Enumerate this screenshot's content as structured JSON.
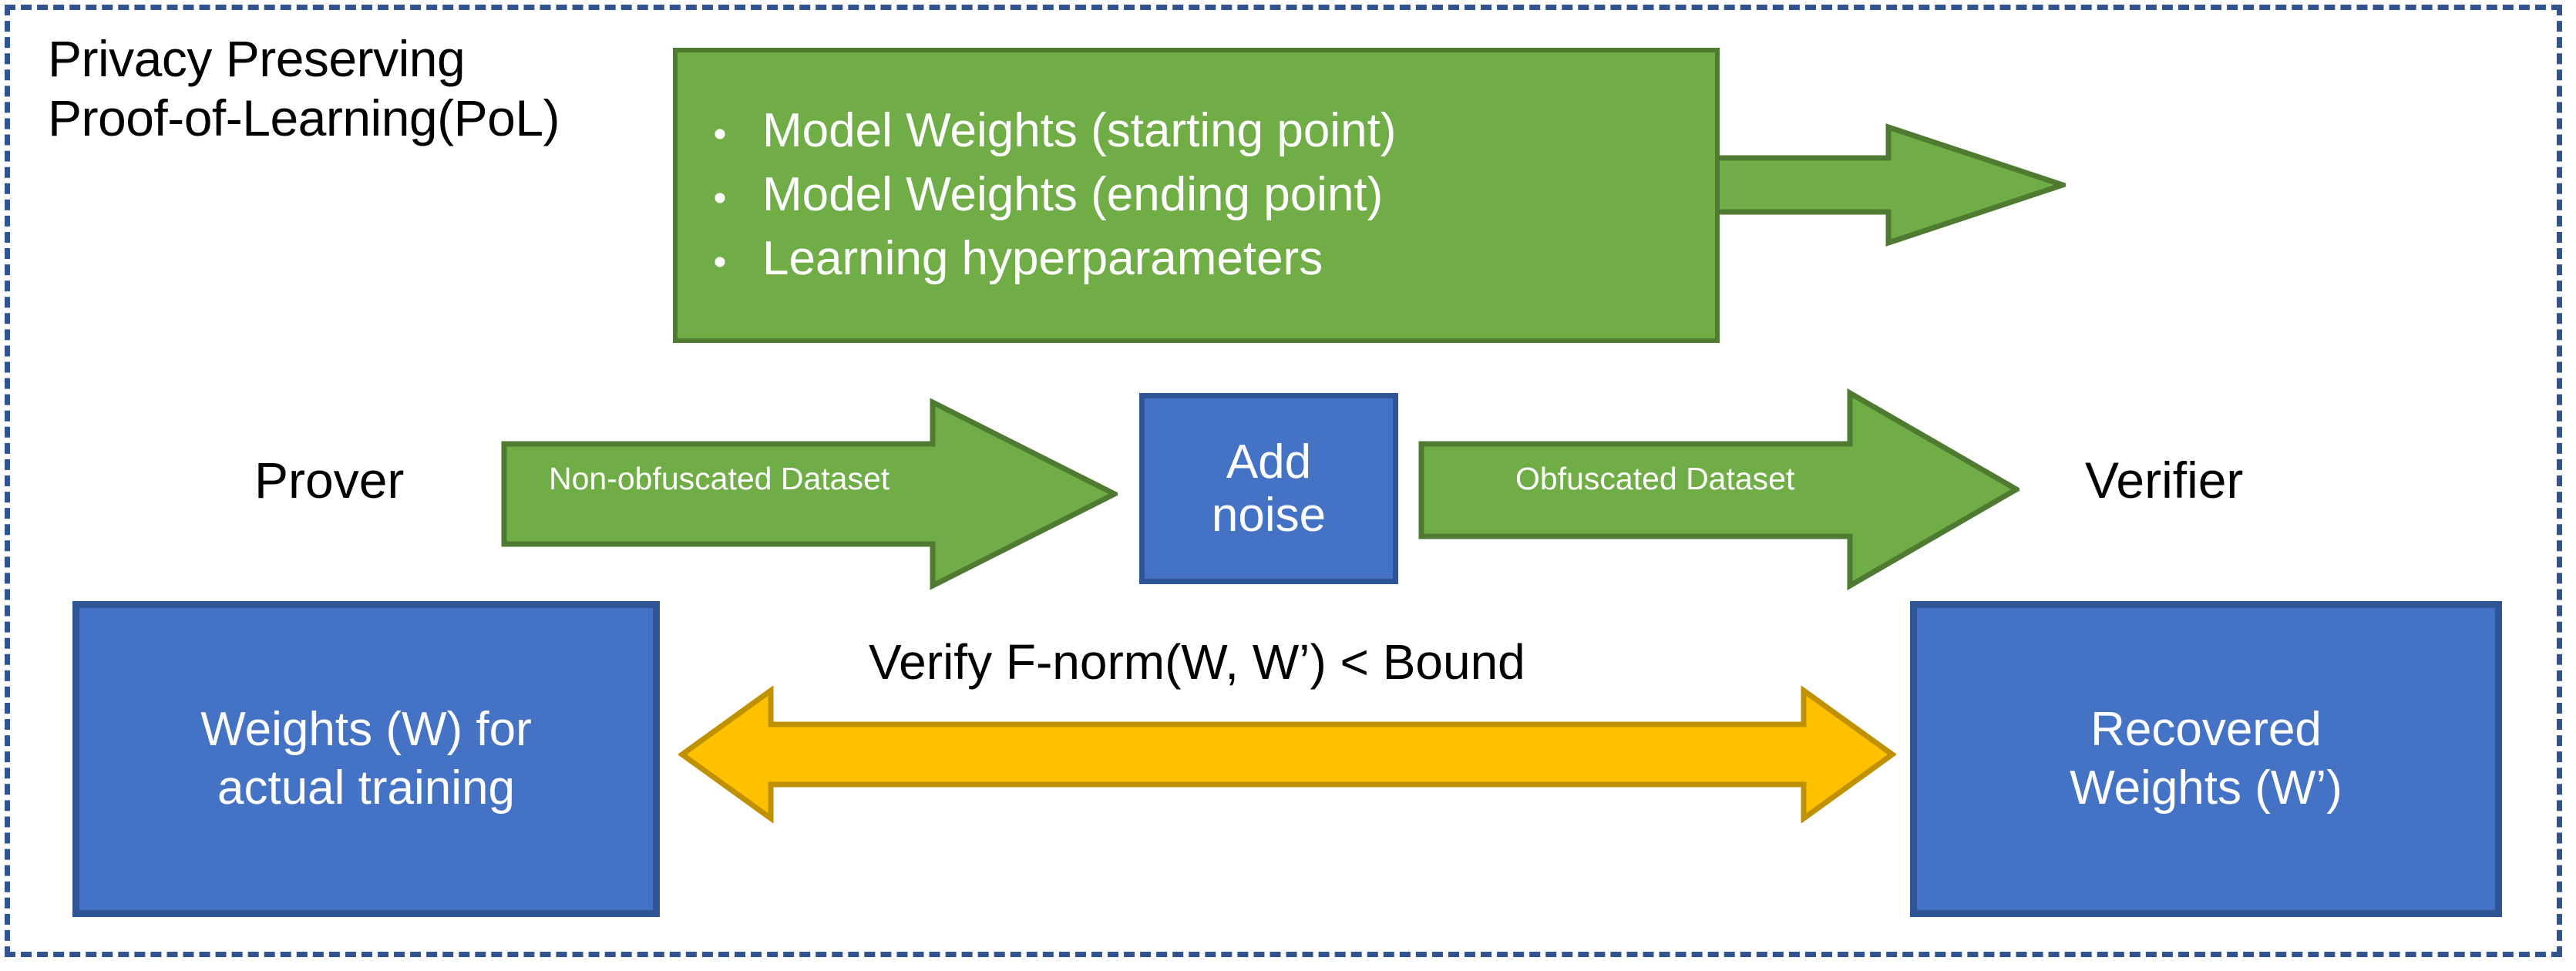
{
  "diagram": {
    "title": "Privacy Preserving\nProof-of-Learning(PoL)",
    "colors": {
      "frame_dashed": "#31538f",
      "green_fill": "#70ad47",
      "green_stroke": "#4e7b31",
      "blue_fill": "#4472c4",
      "blue_stroke": "#2f5597",
      "orange_fill": "#ffc000",
      "orange_stroke": "#bf9000",
      "text_dark": "#000000",
      "text_light": "#ffffff"
    },
    "green_panel": {
      "bullet_glyph": "•",
      "bullets": [
        "Model Weights (starting point)",
        "Model Weights (ending point)",
        "Learning hyperparameters"
      ]
    },
    "actors": {
      "prover": "Prover",
      "verifier": "Verifier"
    },
    "process_box": {
      "line1": "Add",
      "line2": "noise"
    },
    "flow_arrows": [
      {
        "label": "Non-obfuscated Dataset",
        "direction": "right"
      },
      {
        "label": "Obfuscated Dataset",
        "direction": "right"
      }
    ],
    "panel_arrow": {
      "label": "",
      "direction": "right"
    },
    "weights_boxes": {
      "left": {
        "line1": "Weights (W) for",
        "line2": "actual training"
      },
      "right": {
        "line1": "Recovered",
        "line2": "Weights (W’)"
      }
    },
    "verification": {
      "label": "Verify F-norm(W, W’) < Bound",
      "arrow_direction": "double"
    }
  }
}
